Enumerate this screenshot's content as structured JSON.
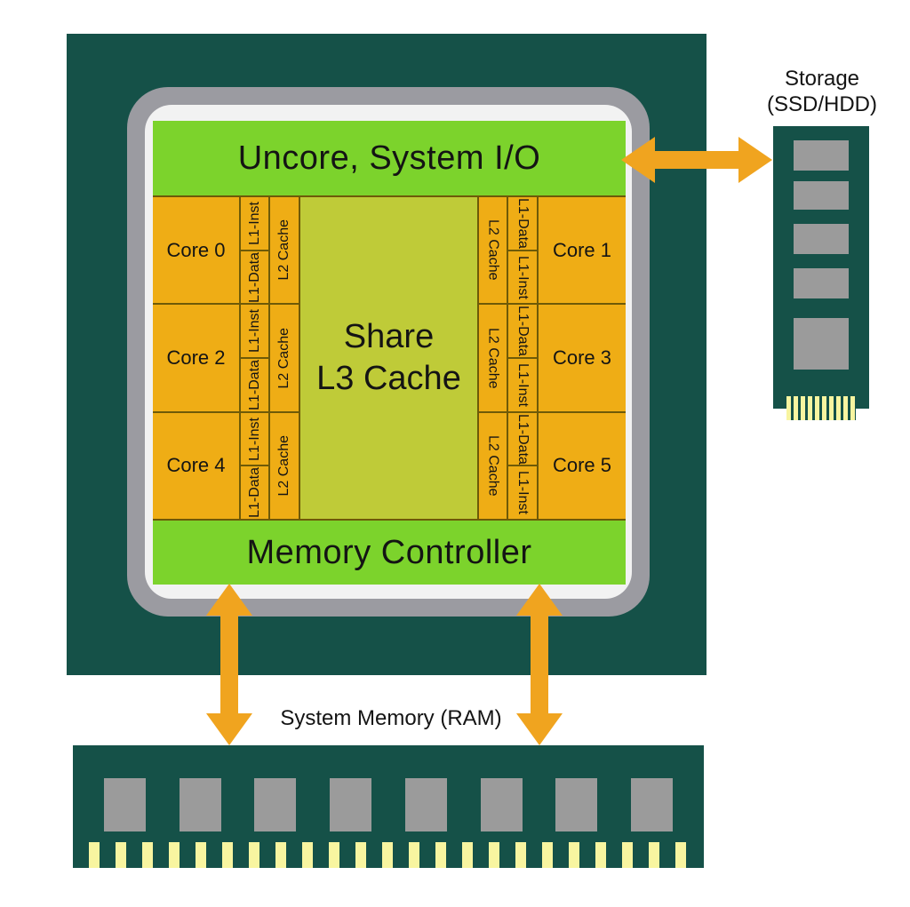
{
  "colors": {
    "package_teal": "#155148",
    "die_gray": "#9B9BA1",
    "die_white": "#F2F2F2",
    "green_bar": "#7CD32C",
    "l3_green": "#BFCB38",
    "core_orange": "#EFAD15",
    "block_border": "#6E5A08",
    "arrow_orange": "#F0A41F",
    "chip_gray": "#9B9B9B",
    "pin_yellow": "#F8F5A0"
  },
  "cpu": {
    "uncore_label": "Uncore, System I/O",
    "memory_controller_label": "Memory Controller",
    "l3_cache": {
      "line1": "Share",
      "line2": "L3 Cache"
    },
    "rows": [
      {
        "left": {
          "core": "Core 0",
          "l1_top": "L1-Inst",
          "l1_bottom": "L1-Data",
          "l2": "L2 Cache"
        },
        "right": {
          "core": "Core 1",
          "l1_top": "L1-Data",
          "l1_bottom": "L1-Inst",
          "l2": "L2 Cache"
        }
      },
      {
        "left": {
          "core": "Core 2",
          "l1_top": "L1-Inst",
          "l1_bottom": "L1-Data",
          "l2": "L2 Cache"
        },
        "right": {
          "core": "Core 3",
          "l1_top": "L1-Data",
          "l1_bottom": "L1-Inst",
          "l2": "L2 Cache"
        }
      },
      {
        "left": {
          "core": "Core 4",
          "l1_top": "L1-Inst",
          "l1_bottom": "L1-Data",
          "l2": "L2 Cache"
        },
        "right": {
          "core": "Core 5",
          "l1_top": "L1-Data",
          "l1_bottom": "L1-Inst",
          "l2": "L2 Cache"
        }
      }
    ]
  },
  "storage": {
    "label_line1": "Storage",
    "label_line2": "(SSD/HDD)",
    "chip_count": 5
  },
  "ram": {
    "label": "System Memory (RAM)",
    "chip_count": 8
  }
}
